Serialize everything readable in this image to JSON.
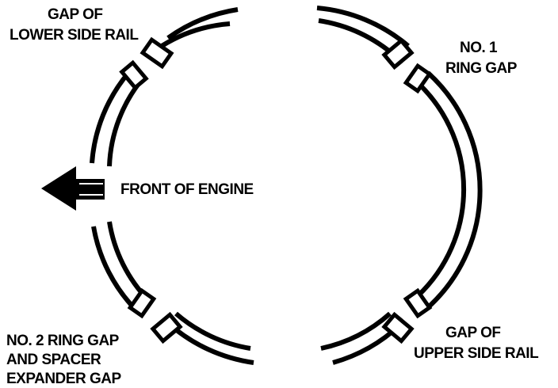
{
  "diagram": {
    "colors": {
      "ink": "#000000",
      "background": "#ffffff"
    },
    "labels": {
      "lower_side_rail_line1": "GAP OF",
      "lower_side_rail_line2": "LOWER SIDE RAIL",
      "no1_line1": "NO. 1",
      "no1_line2": "RING GAP",
      "front_of_engine": "FRONT OF ENGINE",
      "upper_side_rail_line1": "GAP OF",
      "upper_side_rail_line2": "UPPER SIDE RAIL",
      "no2_line1": "NO. 2 RING GAP",
      "no2_line2": "AND SPACER",
      "no2_line3": "EXPANDER GAP"
    },
    "icons": {
      "arrow": "left-arrow-icon"
    }
  }
}
